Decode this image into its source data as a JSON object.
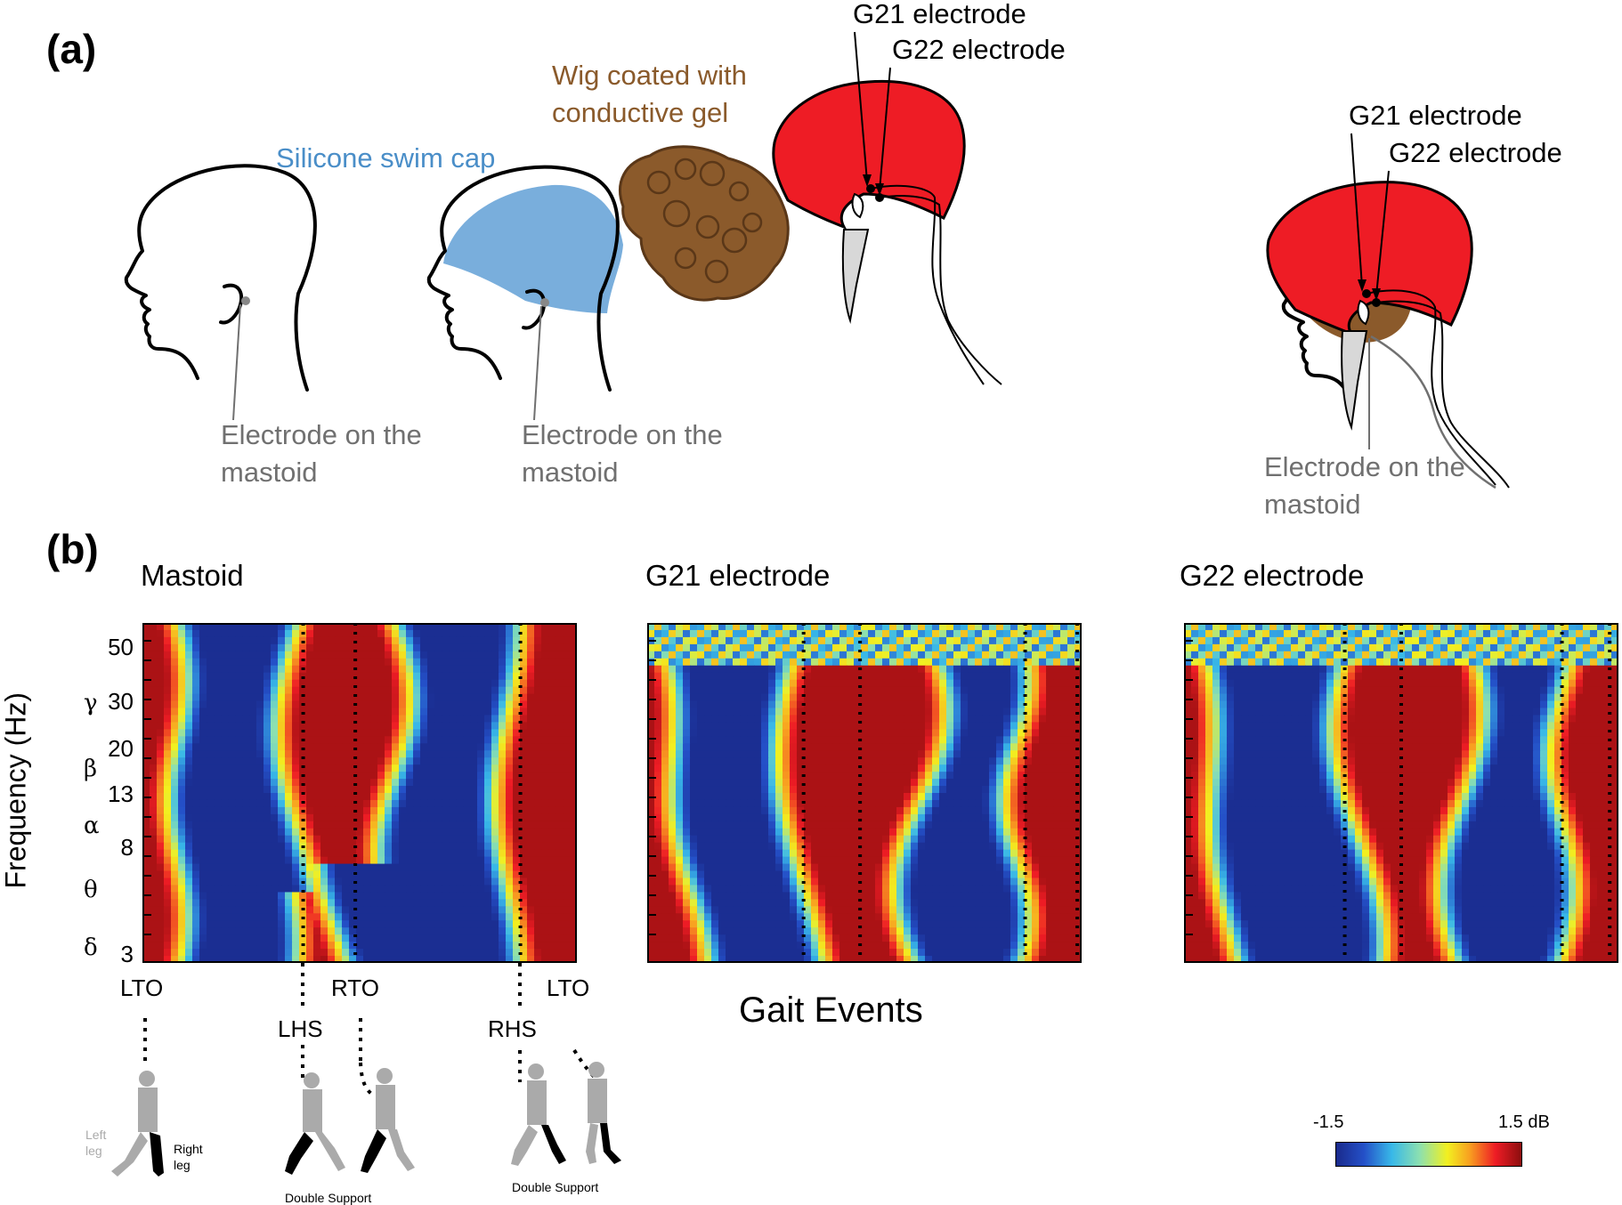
{
  "panel_a": {
    "label": "(a)",
    "swim_cap_label": "Silicone swim cap",
    "wig_label": "Wig coated with conductive gel",
    "g21_top": "G21 electrode",
    "g22_top": "G22 electrode",
    "g21_right": "G21 electrode",
    "g22_right": "G22 electrode",
    "mastoid_1": "Electrode on the mastoid",
    "mastoid_2": "Electrode on the mastoid",
    "mastoid_3": "Electrode on the mastoid",
    "colors": {
      "cap": "#79aedc",
      "wig": "#8b5a2b",
      "red_cap": "#ee1c25",
      "grey": "#707070"
    }
  },
  "panel_b": {
    "label": "(b)",
    "ylabel": "Frequency (Hz)",
    "xlabel": "Gait Events",
    "colorbar": {
      "min_label": "-1.5",
      "max_label": "1.5 dB"
    },
    "gait_events": {
      "lto_1": "LTO",
      "rto": "RTO",
      "lto_2": "LTO",
      "lhs": "LHS",
      "rhs": "RHS"
    },
    "legend": {
      "left_leg": "Left leg",
      "right_leg": "Right leg",
      "double_support_1": "Double Support",
      "double_support_2": "Double Support"
    }
  },
  "chart_data": [
    {
      "type": "heatmap",
      "title": "Mastoid",
      "ylabel": "Frequency (Hz)",
      "xlabel": "Gait Events",
      "y_ticks": [
        "50",
        "30",
        "20",
        "13",
        "8",
        "3"
      ],
      "band_labels": [
        "γ",
        "β",
        "α",
        "θ",
        "δ"
      ],
      "color_range": [
        -1.5,
        1.5
      ],
      "color_unit": "dB",
      "event_lines": [
        "LHS",
        "RTO",
        "RHS"
      ]
    },
    {
      "type": "heatmap",
      "title": "G21 electrode",
      "color_range": [
        -1.5,
        1.5
      ],
      "color_unit": "dB",
      "event_lines": [
        "LHS",
        "RTO",
        "RHS",
        "LTO"
      ]
    },
    {
      "type": "heatmap",
      "title": "G22 electrode",
      "color_range": [
        -1.5,
        1.5
      ],
      "color_unit": "dB",
      "event_lines": [
        "LHS",
        "RTO",
        "RHS",
        "LTO"
      ]
    }
  ]
}
